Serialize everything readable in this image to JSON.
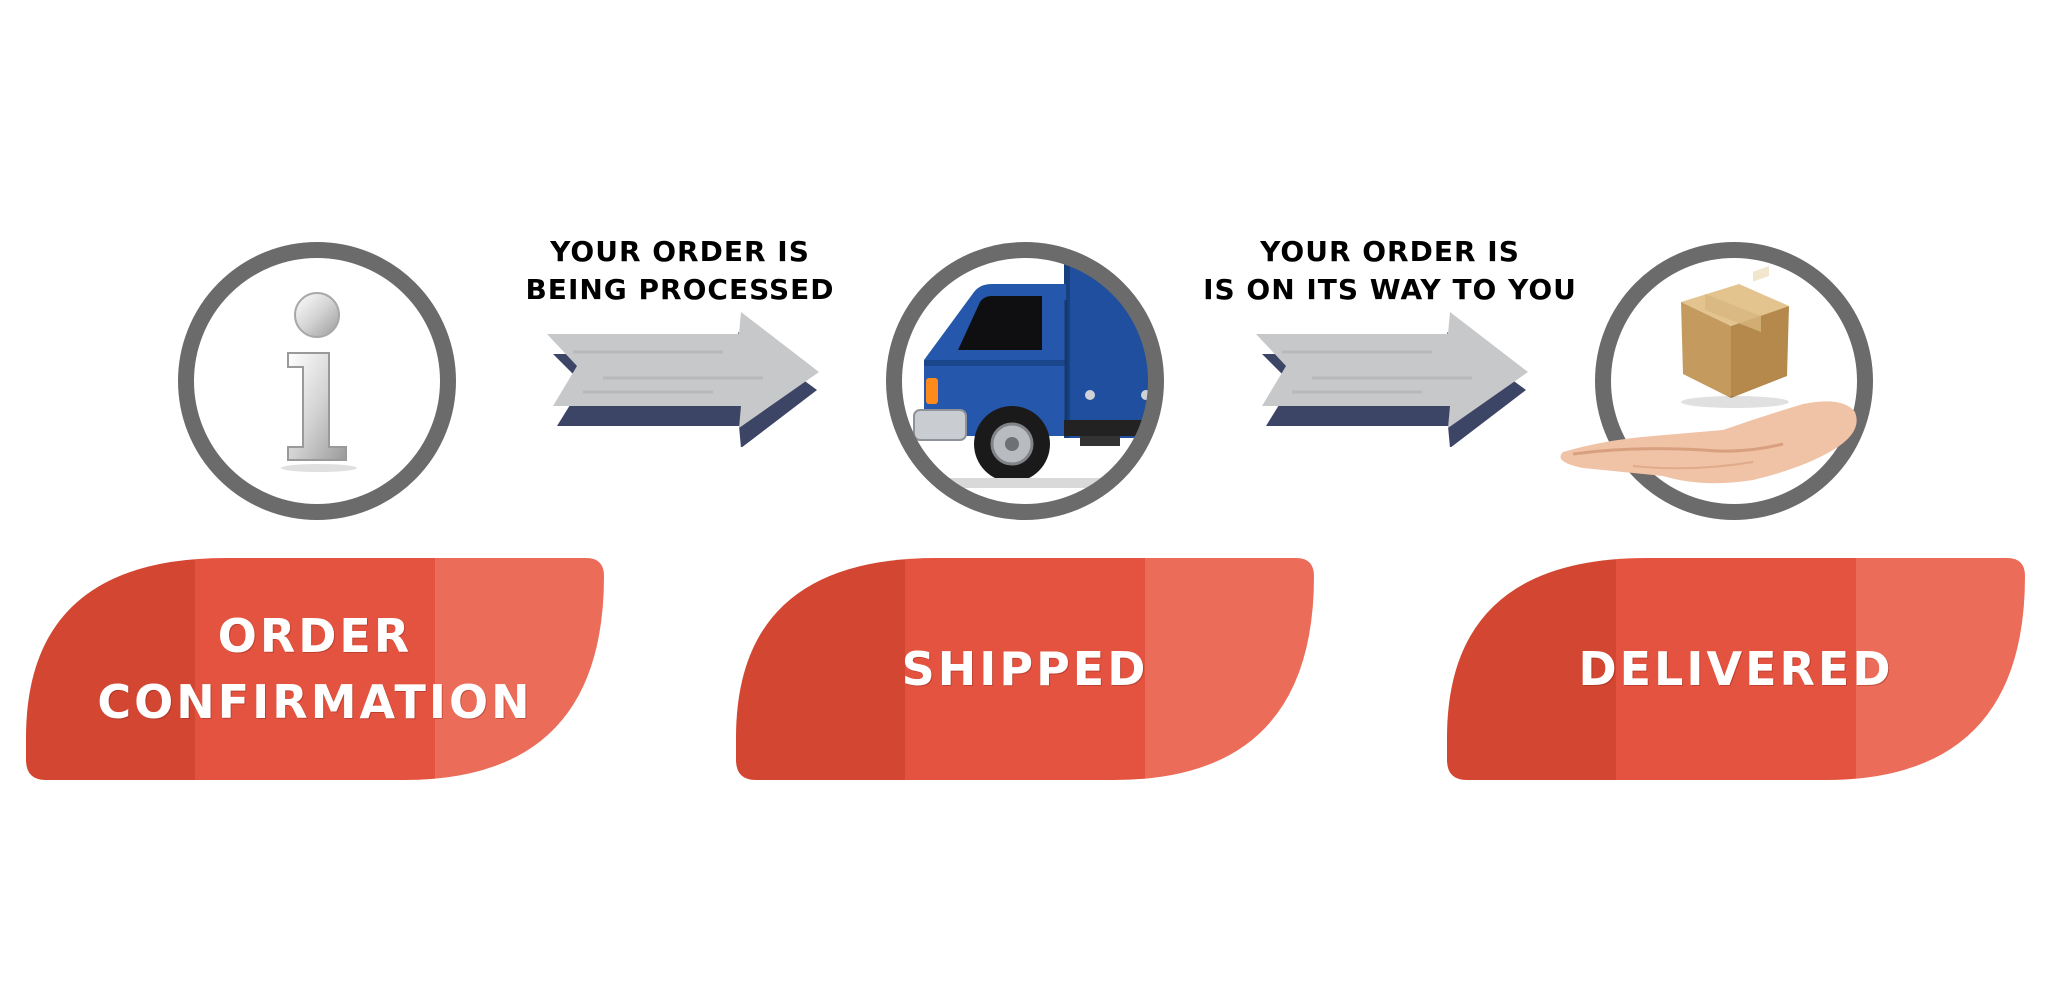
{
  "colors": {
    "ring": "#6b6b6b",
    "pill_dark": "#d24632",
    "pill_mid": "#e4533f",
    "pill_light": "#ec6c5a",
    "arrow_face": "#c7c8ca",
    "arrow_edge": "#3d4566",
    "truck_body": "#1f4f9e",
    "box": "#c9a46a"
  },
  "steps": [
    {
      "icon": "info-icon",
      "label_lines": [
        "ORDER",
        "CONFIRMATION"
      ]
    },
    {
      "icon": "truck-icon",
      "label_lines": [
        "SHIPPED"
      ]
    },
    {
      "icon": "package-in-hand-icon",
      "label_lines": [
        "DELIVERED"
      ]
    }
  ],
  "transitions": [
    {
      "icon": "arrow-right-icon",
      "caption_lines": [
        "YOUR ORDER IS",
        "BEING PROCESSED"
      ]
    },
    {
      "icon": "arrow-right-icon",
      "caption_lines": [
        "YOUR ORDER IS",
        "IS ON ITS WAY TO YOU"
      ]
    }
  ]
}
